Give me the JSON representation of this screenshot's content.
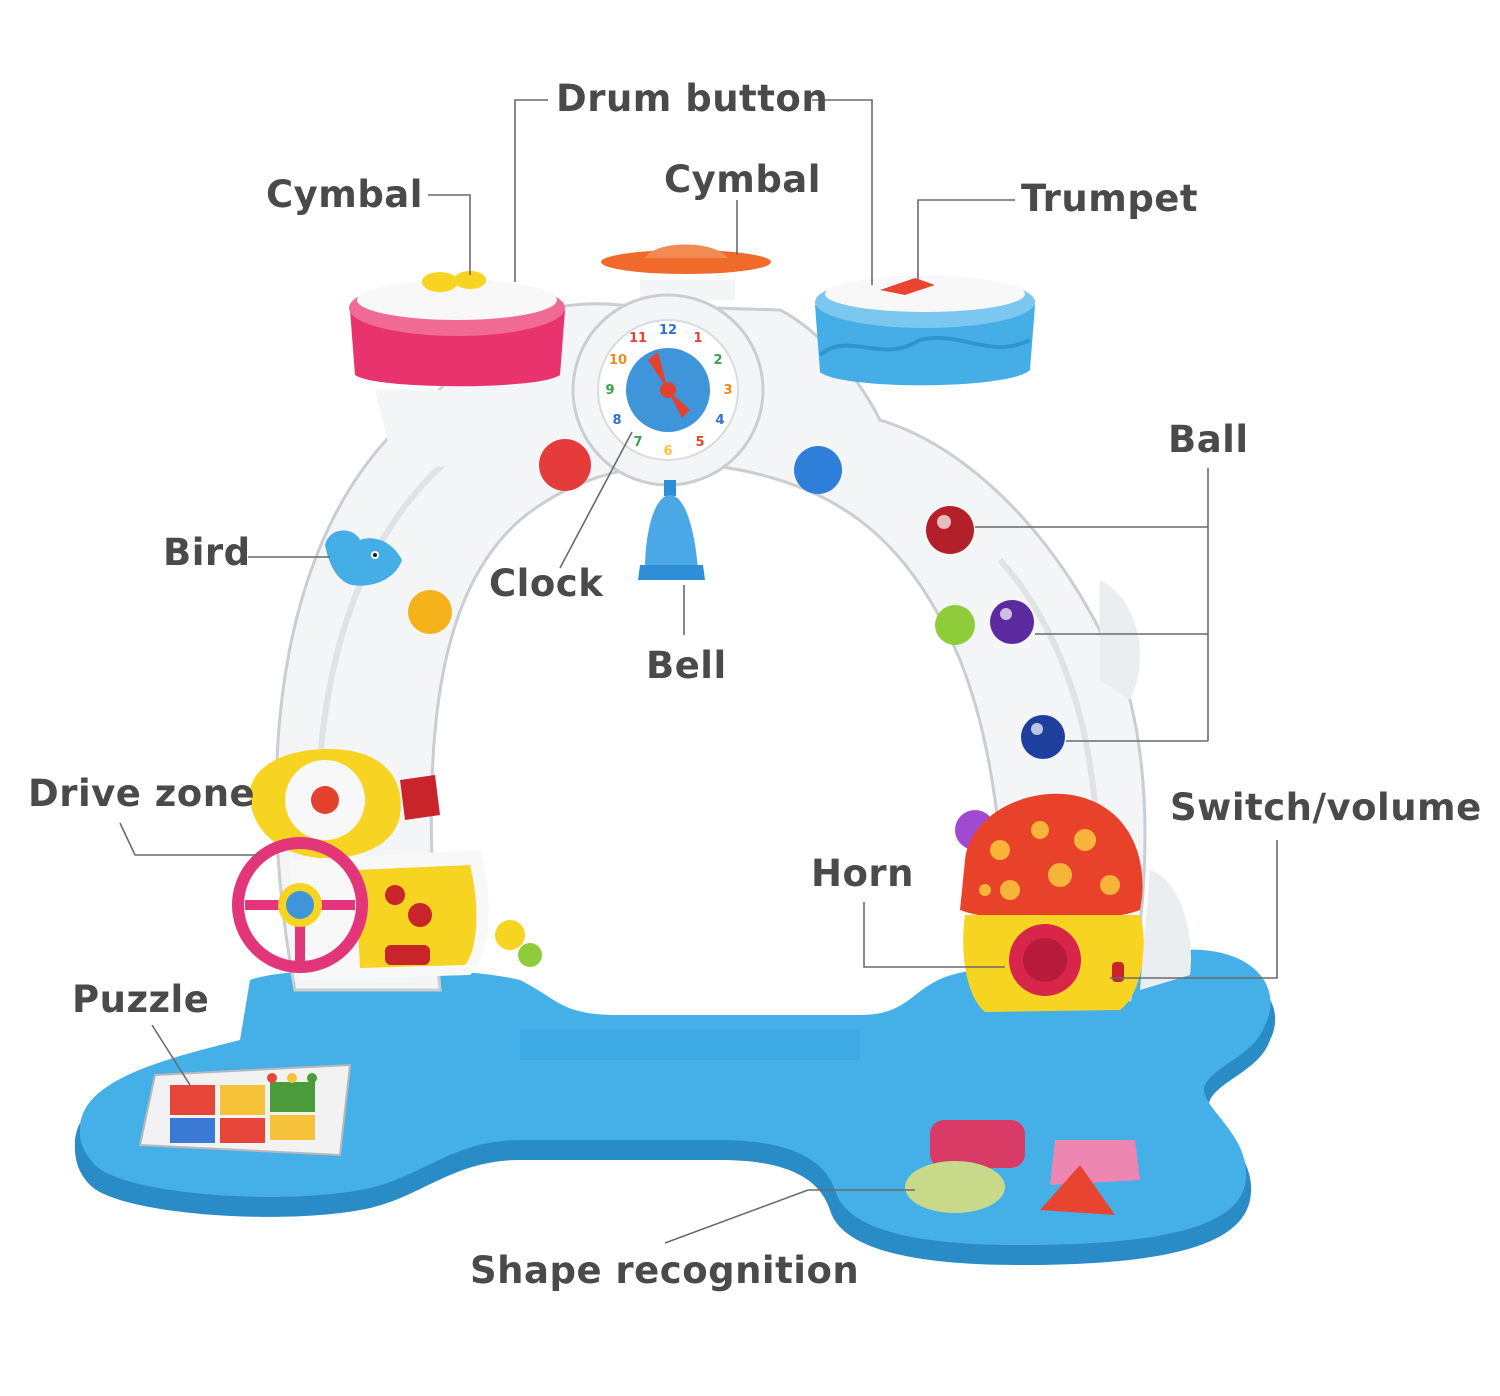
{
  "labels": {
    "drum_button": "Drum button",
    "cymbal_left": "Cymbal",
    "cymbal_center": "Cymbal",
    "trumpet": "Trumpet",
    "ball": "Ball",
    "bird": "Bird",
    "clock": "Clock",
    "bell": "Bell",
    "drive_zone": "Drive zone",
    "switch_volume": "Switch/volume",
    "horn": "Horn",
    "puzzle": "Puzzle",
    "shape_recognition": "Shape recognition"
  },
  "clock_face": [
    "12",
    "1",
    "2",
    "3",
    "4",
    "5",
    "6",
    "7",
    "8",
    "9",
    "10",
    "11"
  ],
  "colors": {
    "base_blue": "#3aa6e0",
    "base_blue_dark": "#2a8cc6",
    "arch_white": "#f4f6f7",
    "drum_pink": "#e8336e",
    "drum_blue": "#45aee6",
    "cymbal_orange": "#f06a2c",
    "mushroom_red": "#e8432a",
    "mushroom_dots": "#f6b43a",
    "dash_yellow": "#f7d422",
    "wheel_pink": "#e3357a",
    "label_gray": "#4a4a4a"
  },
  "icons": [
    "clock-icon",
    "bell-icon",
    "bird-icon",
    "steering-wheel-icon",
    "mushroom-icon",
    "ball-icon",
    "puzzle-panel-icon"
  ]
}
